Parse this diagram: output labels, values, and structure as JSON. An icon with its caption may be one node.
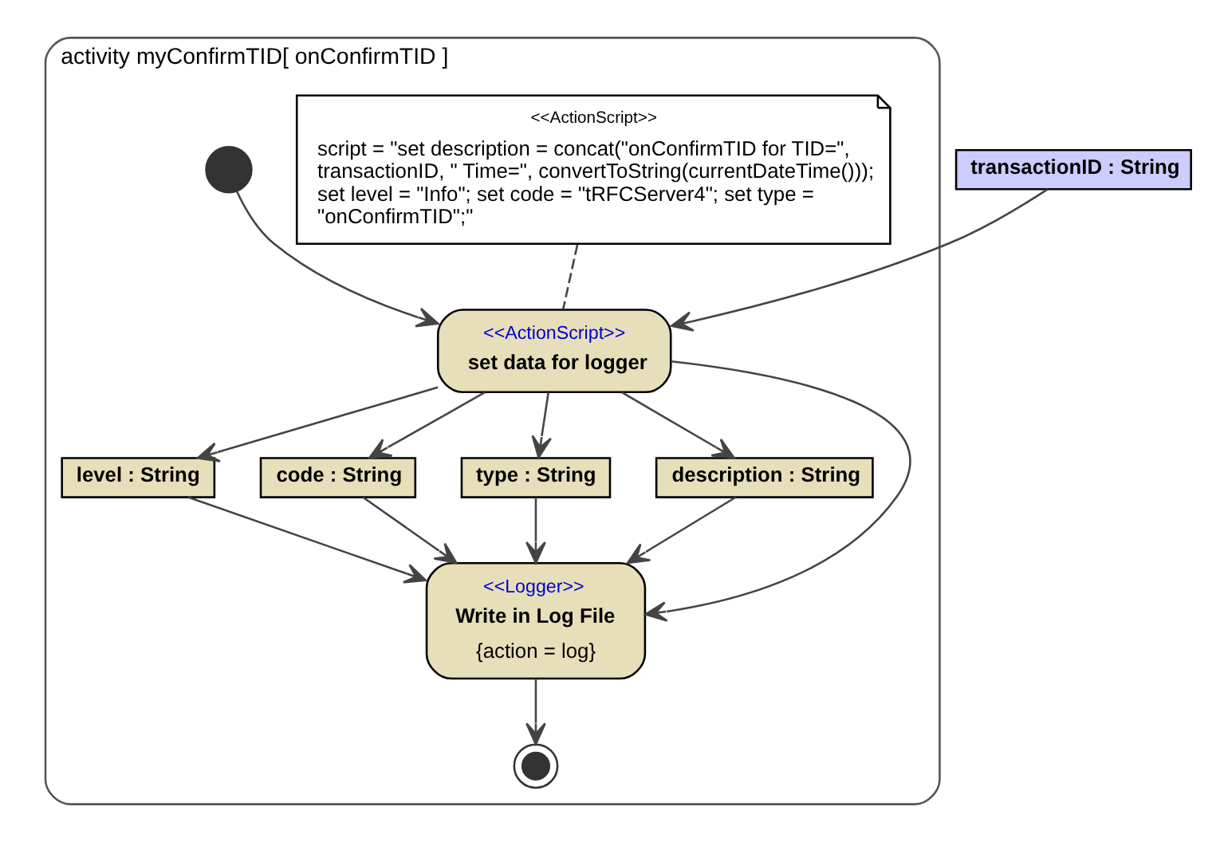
{
  "diagram": {
    "nodes": [
      {
        "text": [
          "activity myConfirmTID[ onConfirmTID ]"
        ]
      },
      {
        "text": [
          "<<ActionScript>>",
          "script = \"set description = concat(\"onConfirmTID for TID=\", transactionID, \" Time=\", convertToString(currentDateTime())); set level = \"Info\"; set code = \"tRFCServer4\"; set type = \"onConfirmTID\";\""
        ],
        "in": 0
      },
      {
        "text": [],
        "shape": "circle",
        "in": 0
      },
      {
        "text": [
          "transactionID : String"
        ]
      },
      {
        "text": [
          "<<ActionScript>>",
          "set data for logger"
        ],
        "in": 0
      },
      {
        "text": [
          "level : String"
        ],
        "in": 0
      },
      {
        "text": [
          "code : String"
        ],
        "in": 0
      },
      {
        "text": [
          "type : String"
        ],
        "in": 0
      },
      {
        "text": [
          "description : String"
        ],
        "in": 0
      },
      {
        "text": [
          "<<Logger>>",
          "Write in Log File",
          "{action = log}"
        ],
        "in": 0
      },
      {
        "text": [],
        "shape": "circle",
        "in": 0
      }
    ],
    "edges": [
      {
        "from": 1,
        "to": 4,
        "arrow": "none",
        "style": "dashed"
      },
      {
        "from": 2,
        "to": 4,
        "arrow": "to"
      },
      {
        "from": 3,
        "to": 4,
        "arrow": "to"
      },
      {
        "from": 4,
        "to": 5,
        "arrow": "to"
      },
      {
        "from": 4,
        "to": 6,
        "arrow": "to"
      },
      {
        "from": 4,
        "to": 7,
        "arrow": "to"
      },
      {
        "from": 4,
        "to": 8,
        "arrow": "to"
      },
      {
        "from": 4,
        "to": 9,
        "arrow": "to"
      },
      {
        "from": 8,
        "to": 9,
        "arrow": "to"
      },
      {
        "from": 7,
        "to": 9,
        "arrow": "to"
      },
      {
        "from": 6,
        "to": 9,
        "arrow": "to"
      },
      {
        "from": 5,
        "to": 9,
        "arrow": "to"
      },
      {
        "from": 9,
        "to": 10,
        "arrow": "to"
      }
    ]
  }
}
